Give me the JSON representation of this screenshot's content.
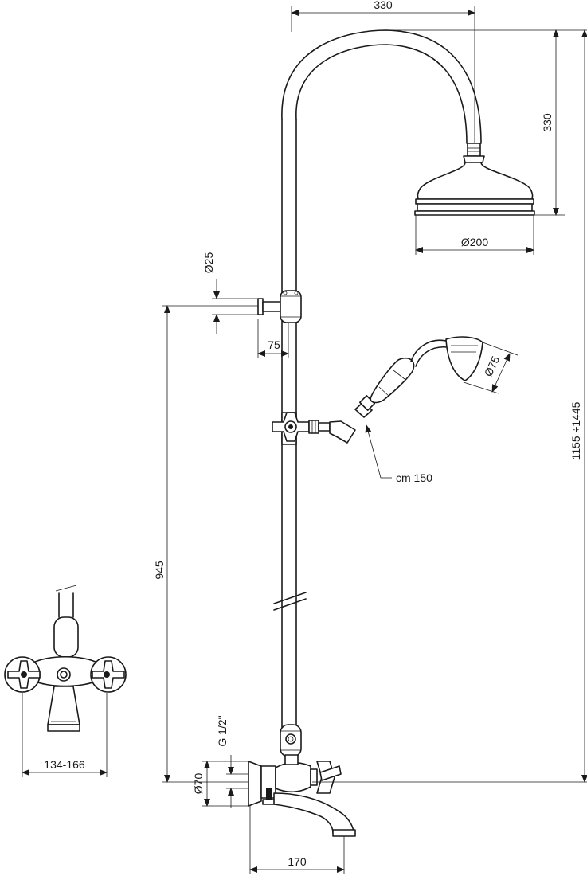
{
  "dimensions": {
    "arm_width": "330",
    "arm_drop": "330",
    "head_diameter": "Ø200",
    "hand_diameter": "Ø75",
    "hose_length": "cm 150",
    "total_height": "1155 ÷1445",
    "support_height": "945",
    "wall_pipe_diameter": "Ø25",
    "wall_distance": "75",
    "thread": "G 1/2\"",
    "flange_diameter": "Ø70",
    "spout_length": "170",
    "center_distance": "134-166"
  },
  "colors": {
    "line": "#1a1a1a",
    "background": "#ffffff"
  },
  "icons": {
    "leader_arrow": "arrow-icon",
    "valve_handle": "cross-handle-icon"
  }
}
